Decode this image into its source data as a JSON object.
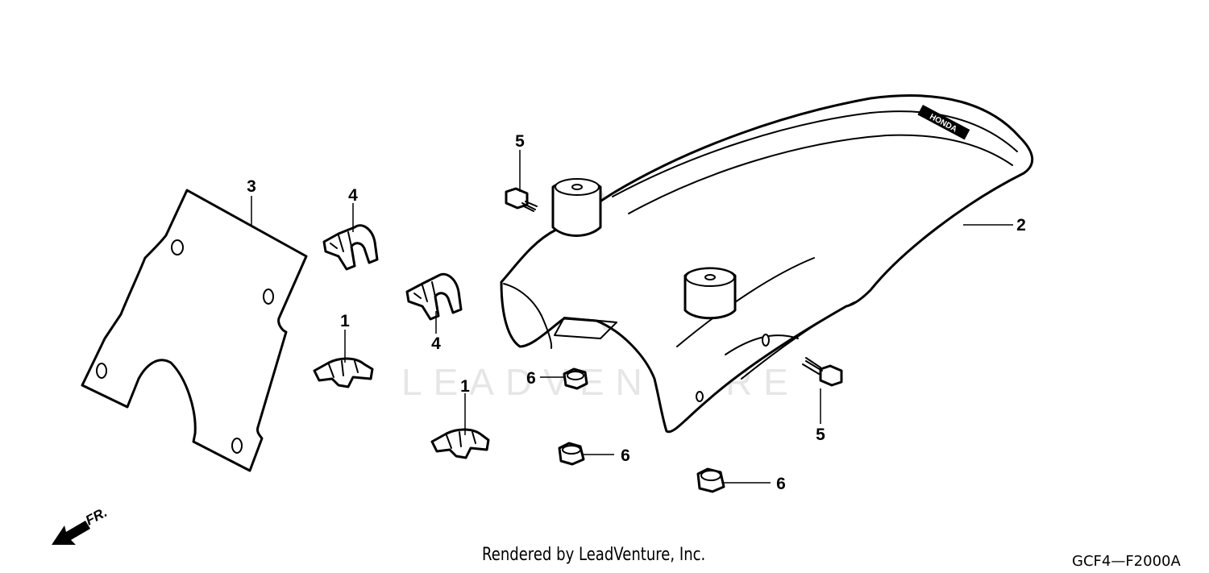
{
  "diagram": {
    "parts": [
      {
        "ref": "1",
        "callouts": 2
      },
      {
        "ref": "2",
        "callouts": 1
      },
      {
        "ref": "3",
        "callouts": 1
      },
      {
        "ref": "4",
        "callouts": 2
      },
      {
        "ref": "5",
        "callouts": 2
      },
      {
        "ref": "6",
        "callouts": 3
      }
    ],
    "callout_labels": {
      "c1a": "1",
      "c1b": "1",
      "c2": "2",
      "c3": "3",
      "c4a": "4",
      "c4b": "4",
      "c5a": "5",
      "c5b": "5",
      "c6a": "6",
      "c6b": "6",
      "c6c": "6"
    },
    "direction_label": "FR.",
    "fender_logo_text": "HONDA",
    "watermark_text": "LEADVENTURE"
  },
  "footer": {
    "credit": "Rendered by LeadVenture, Inc.",
    "diagram_code": "GCF4—F2000A"
  },
  "colors": {
    "line": "#000000",
    "background": "#ffffff",
    "watermark": "#c9c9c9"
  }
}
